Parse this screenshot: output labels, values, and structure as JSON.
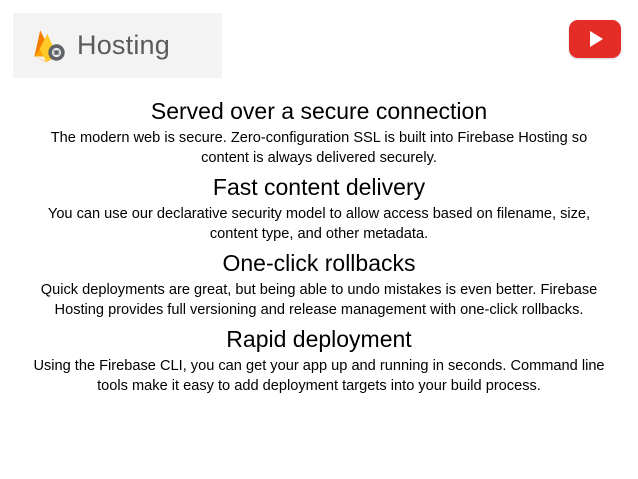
{
  "header": {
    "logo": {
      "icon_name": "firebase-flame-icon",
      "word": "Hosting",
      "background_color": "#f3f3f3",
      "text_color": "#5b5b5b",
      "flame_colors": {
        "dark": "#f57c00",
        "mid": "#ffa000",
        "light": "#ffca28",
        "badge": "#5f6368"
      }
    },
    "youtube_button": {
      "icon_name": "youtube-play-icon",
      "color": "#e52d27",
      "glyph_color": "#ffffff"
    }
  },
  "main": {
    "sections": [
      {
        "heading": "Served over a secure connection",
        "body": "The modern web is secure. Zero-configuration SSL is built into Firebase Hosting so content is always delivered securely."
      },
      {
        "heading": "Fast content delivery",
        "body": "You can use our declarative security model to allow access based on filename, size, content type, and other metadata."
      },
      {
        "heading": "One-click rollbacks",
        "body": "Quick deployments are great, but being able to undo mistakes is even better. Firebase Hosting provides full versioning and release management with one-click rollbacks."
      },
      {
        "heading": "Rapid deployment",
        "body": "Using the Firebase CLI, you can get your app up and running in seconds. Command line tools make it easy to add deployment targets into your build process."
      }
    ]
  }
}
